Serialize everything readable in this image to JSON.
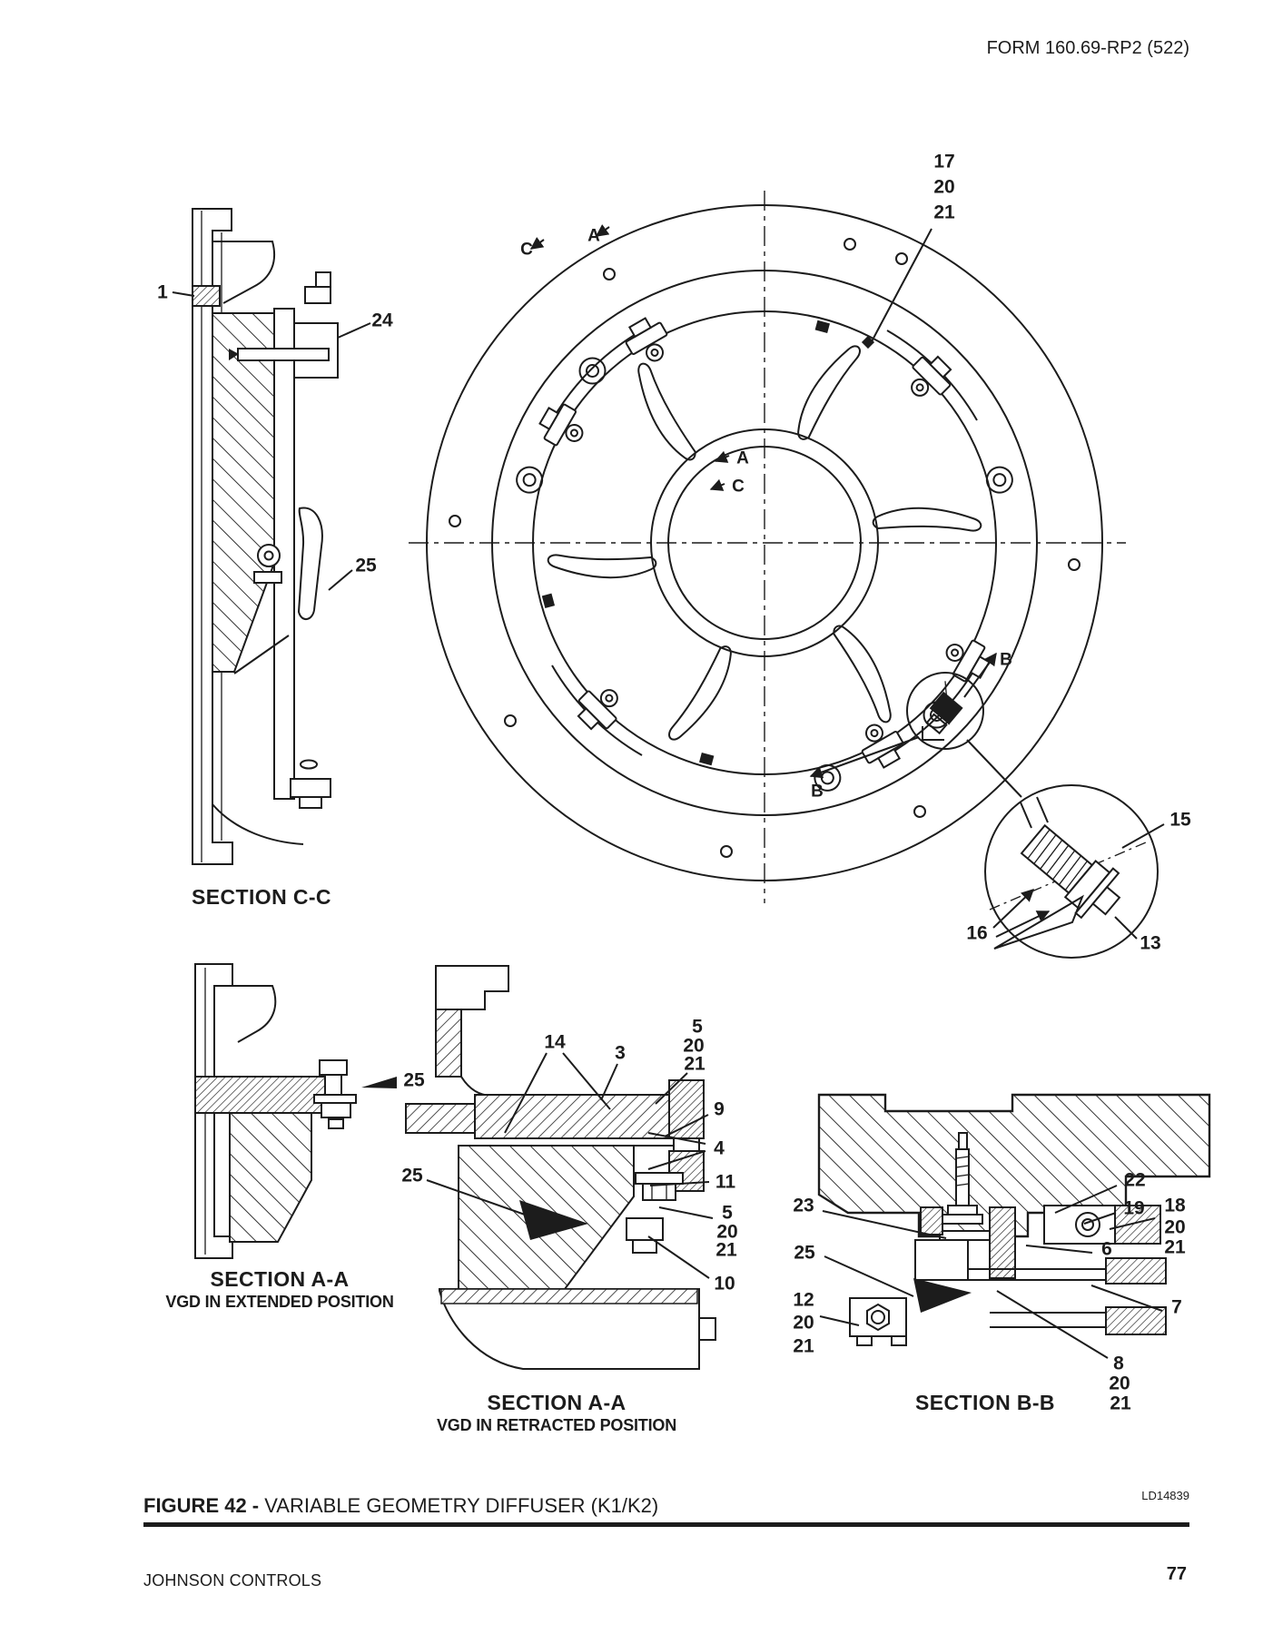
{
  "header": {
    "form": "FORM 160.69-RP2 (522)"
  },
  "figure": {
    "label": "FIGURE 42 -",
    "title": " VARIABLE GEOMETRY DIFFUSER (K1/K2)",
    "drawing_code": "LD14839"
  },
  "footer": {
    "company": "JOHNSON CONTROLS",
    "page": "77"
  },
  "section_labels": {
    "cc": "SECTION C-C",
    "aa_ext": "SECTION A-A",
    "aa_ext_sub": "VGD IN EXTENDED POSITION",
    "aa_ret": "SECTION A-A",
    "aa_ret_sub": "VGD IN RETRACTED POSITION",
    "bb": "SECTION B-B"
  },
  "view_letters": [
    {
      "text": "C"
    },
    {
      "text": "A"
    },
    {
      "text": "A"
    },
    {
      "text": "C"
    },
    {
      "text": "B"
    },
    {
      "text": "B"
    }
  ],
  "callouts": [
    {
      "text": "1"
    },
    {
      "text": "24"
    },
    {
      "text": "25"
    },
    {
      "text": "17"
    },
    {
      "text": "20"
    },
    {
      "text": "21"
    },
    {
      "text": "15"
    },
    {
      "text": "16"
    },
    {
      "text": "13"
    },
    {
      "text": "25"
    },
    {
      "text": "14"
    },
    {
      "text": "3"
    },
    {
      "text": "5"
    },
    {
      "text": "20"
    },
    {
      "text": "21"
    },
    {
      "text": "9"
    },
    {
      "text": "4"
    },
    {
      "text": "11"
    },
    {
      "text": "5"
    },
    {
      "text": "20"
    },
    {
      "text": "21"
    },
    {
      "text": "10"
    },
    {
      "text": "25"
    },
    {
      "text": "23"
    },
    {
      "text": "25"
    },
    {
      "text": "12"
    },
    {
      "text": "20"
    },
    {
      "text": "21"
    },
    {
      "text": "22"
    },
    {
      "text": "19"
    },
    {
      "text": "18"
    },
    {
      "text": "20"
    },
    {
      "text": "21"
    },
    {
      "text": "6"
    },
    {
      "text": "7"
    },
    {
      "text": "8"
    },
    {
      "text": "20"
    },
    {
      "text": "21"
    }
  ]
}
